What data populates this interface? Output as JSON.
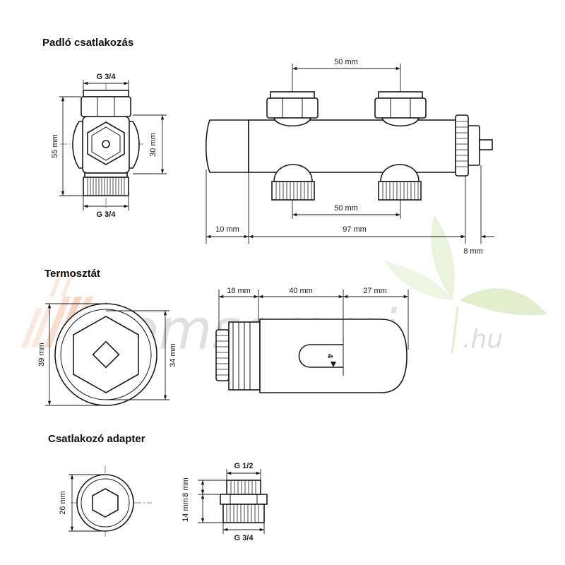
{
  "sections": {
    "floor": {
      "title": "Padló csatlakozás"
    },
    "thermostat": {
      "title": "Termosztát"
    },
    "adapter": {
      "title": "Csatlakozó adapter"
    }
  },
  "floor_front": {
    "thread_top": "G 3/4",
    "thread_bottom": "G 3/4",
    "height": "55 mm",
    "body_height": "30 mm"
  },
  "floor_side": {
    "spacing_top": "50 mm",
    "spacing_bottom": "50 mm",
    "offset_left": "10 mm",
    "length": "97 mm",
    "end_width": "8 mm"
  },
  "thermostat_front": {
    "outer_diameter": "39 mm",
    "inner_diameter": "34 mm"
  },
  "thermostat_side": {
    "seg1": "18 mm",
    "seg2": "40 mm",
    "seg3": "27 mm",
    "scale_mark": "4"
  },
  "adapter_front": {
    "diameter": "26 mm"
  },
  "adapter_side": {
    "thread_top": "G 1/2",
    "thread_bottom": "G 3/4",
    "top_height": "8 mm",
    "bottom_height": "14 mm"
  },
  "watermark": {
    "brand": "Nemsemmi",
    "tld": ".hu",
    "colors": {
      "stripe": "#f0b090",
      "leaf": "#d6e8b8",
      "text": "#c8c8c8"
    }
  }
}
